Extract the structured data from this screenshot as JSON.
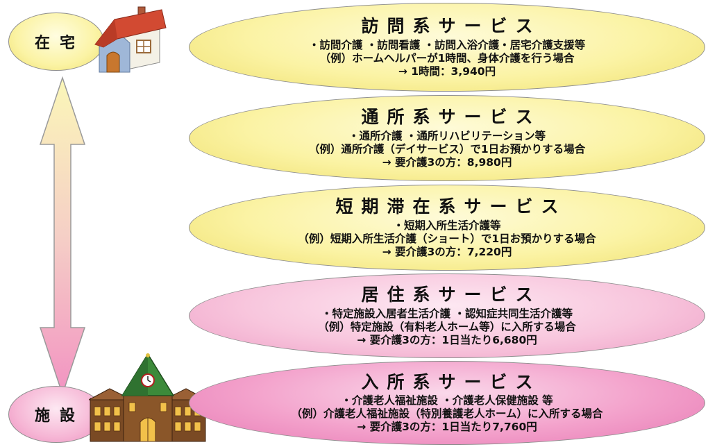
{
  "labels": {
    "home": "在宅",
    "facility": "施設"
  },
  "services": [
    {
      "title": "訪問系サービス",
      "lines": [
        "・訪問介護 ・訪問看護 ・訪問入浴介護・居宅介護支援等",
        "（例）ホームヘルパーが1時間、身体介護を行う場合",
        "→ 1時間：3,940円"
      ]
    },
    {
      "title": "通所系サービス",
      "lines": [
        "・通所介護 ・通所リハビリテーション等",
        "（例）通所介護（デイサービス）で1日お預かりする場合",
        "→ 要介護3の方：8,980円"
      ]
    },
    {
      "title": "短期滞在系サービス",
      "lines": [
        "・短期入所生活介護等",
        "（例）短期入所生活介護（ショート）で1日お預かりする場合",
        "→ 要介護3の方：7,220円"
      ]
    },
    {
      "title": "居住系サービス",
      "lines": [
        "・特定施設入居者生活介護 ・認知症共同生活介護等",
        "（例）特定施設（有料老人ホーム等）に入所する場合",
        "→ 要介護3の方：1日当たり6,680円"
      ]
    },
    {
      "title": "入所系サービス",
      "lines": [
        "・介護老人福祉施設 ・介護老人保健施設 等",
        "（例）介護老人福祉施設（特別養護老人ホーム）に入所する場合",
        "→ 要介護3の方：1日当たり7,760円"
      ]
    }
  ],
  "icons": {
    "home": "house-icon",
    "facility": "facility-building-icon"
  },
  "colors": {
    "yellow": "#fbf3a4",
    "pink_light": "#f8c6dd",
    "pink_strong": "#f3a1cb",
    "arrow_top": "#faf6b4",
    "arrow_bottom": "#f28fc0"
  }
}
